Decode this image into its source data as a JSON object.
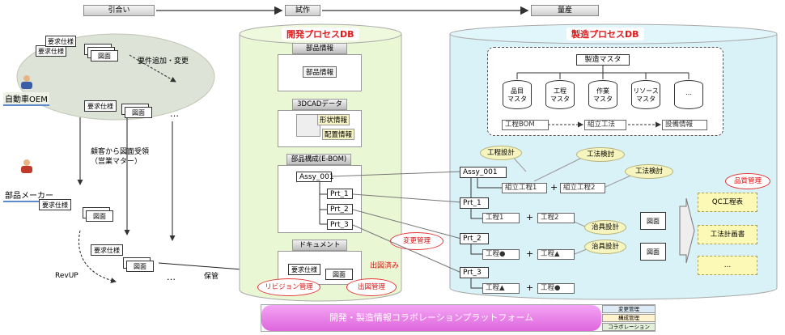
{
  "stages": [
    "引合い",
    "試作",
    "量産"
  ],
  "dev_db": {
    "title": "開発プロセスDB",
    "parts_info": {
      "header": "部品情報",
      "item": "部品情報"
    },
    "cad": {
      "header": "3DCADデータ",
      "shape": "形状情報",
      "layout": "配置情報"
    },
    "ebom": {
      "header": "部品構成(E-BOM)",
      "assy": "Assy_001",
      "prts": [
        "Prt_1",
        "Prt_2",
        "Prt_3"
      ]
    },
    "document": {
      "header": "ドキュメント",
      "spec": "要求仕様",
      "drawing": "図面",
      "issued": "出図済み"
    }
  },
  "mfg_db": {
    "title": "製造プロセスDB",
    "master": {
      "title": "製造マスタ",
      "items": [
        "品目\nマスタ",
        "工程\nマスタ",
        "作業\nマスタ",
        "リソース\nマスタ",
        "…"
      ],
      "flow": [
        "工程BOM",
        "組立工法",
        "設備情報"
      ]
    },
    "assy": "Assy_001",
    "assy_steps": [
      "組立工程1",
      "組立工程2"
    ],
    "prts": [
      {
        "name": "Prt_1",
        "steps": [
          "工程1",
          "工程2"
        ]
      },
      {
        "name": "Prt_2",
        "steps": [
          "工程●",
          "工程▲"
        ]
      },
      {
        "name": "Prt_3",
        "steps": [
          "工程▲",
          "工程●"
        ]
      }
    ],
    "plus": "+",
    "ovals": {
      "design": "工程設計",
      "study1": "工法検討",
      "study2": "工法検討",
      "jig1": "治具設計",
      "jig2": "治具設計"
    },
    "drawing": "図面",
    "quality_outputs": [
      "QC工程表",
      "工法計画書",
      "…"
    ]
  },
  "left": {
    "oem": "自動車OEM",
    "supplier": "部品メーカー",
    "spec": "要求仕様",
    "drawing": "図面",
    "req_change": "要件追加・変更",
    "receive": "顧客から図面受領\n（営業マター）",
    "revup": "RevUP",
    "storage": "保管",
    "ellipsis": "…"
  },
  "callouts": {
    "revision": "リビジョン管理",
    "issue": "出図管理",
    "change": "変更管理",
    "quality": "品質管理"
  },
  "platform": {
    "title": "開発・製造情報コラボレーションプラットフォーム",
    "layers": [
      "変更管理",
      "構成管理",
      "コラボレーション"
    ]
  },
  "colors": {
    "dev_db": "#eaf7d4",
    "mfg_db": "#d8f2f8",
    "platform": "#ee88ee",
    "callout": "#e53333"
  }
}
